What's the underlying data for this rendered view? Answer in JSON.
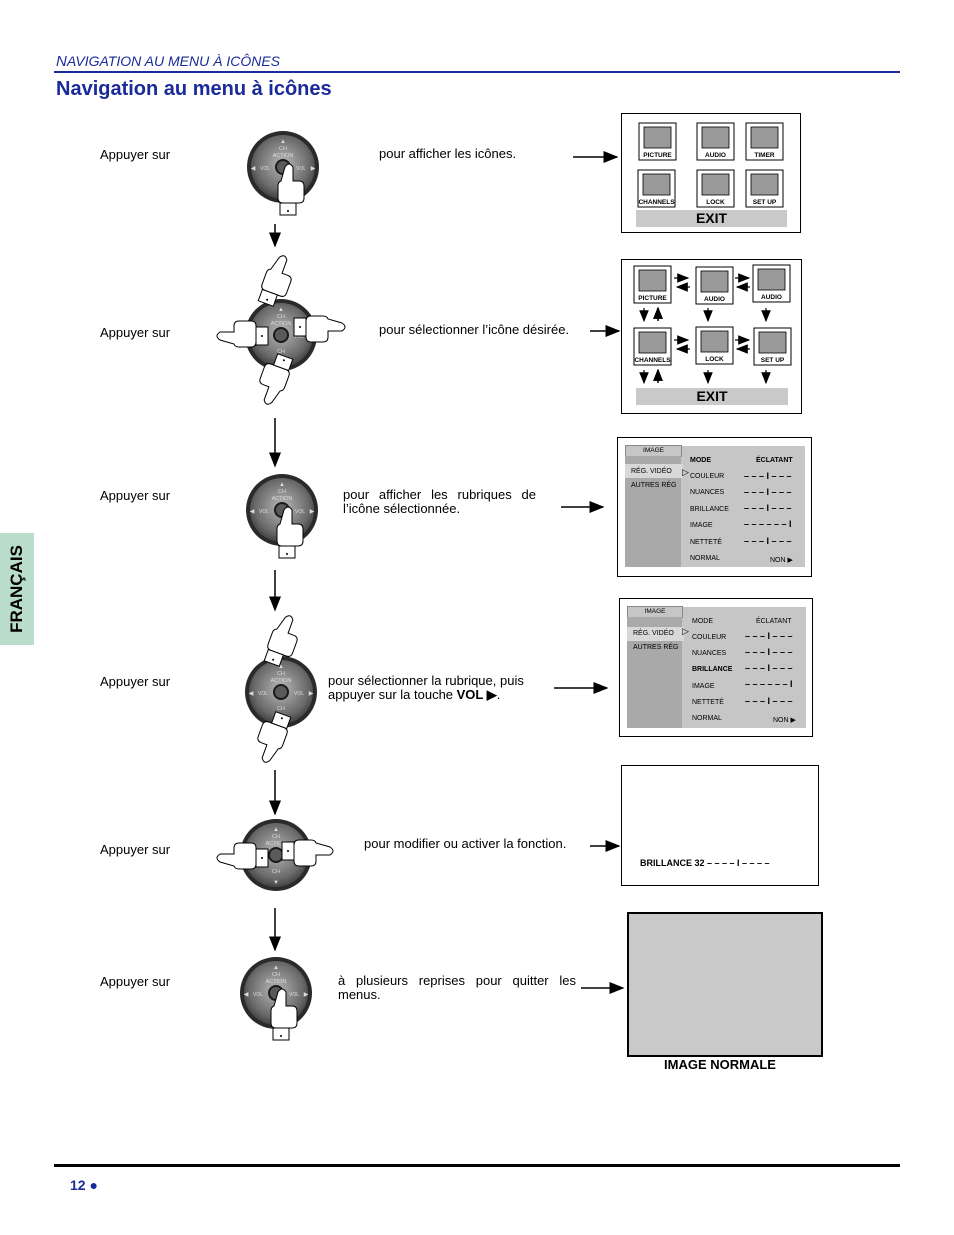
{
  "header": {
    "section_title_initial": "N",
    "section_title_rest": "AVIGATION AU MENU À ICÔNES",
    "page_title": "Navigation au menu à icônes"
  },
  "side_tab": "FRANÇAIS",
  "remote_labels": {
    "ch": "CH",
    "action": "ACTION",
    "vol": "VOL"
  },
  "steps": [
    {
      "label": "Appuyer sur",
      "desc": "pour afficher les icônes."
    },
    {
      "label": "Appuyer  sur",
      "desc": "pour sélectionner l’icône désirée."
    },
    {
      "label": "Appuyer sur",
      "desc": "pour  afficher  les  rubriques  de l’icône sélectionnée."
    },
    {
      "label": "Appuyer sur",
      "desc_line1": "pour sélectionner la rubrique, puis",
      "desc_line2_pre": "appuyer sur la touche ",
      "desc_line2_bold": "VOL ▶",
      "desc_line2_post": "."
    },
    {
      "label": "Appuyer sur",
      "desc": "pour modifier ou activer la fonction."
    },
    {
      "label": "Appuyer sur",
      "desc": "à  plusieurs  reprises  pour  quitter  les menus."
    }
  ],
  "icon_menu": {
    "icons": [
      "PICTURE",
      "AUDIO",
      "TIMER",
      "CHANNELS",
      "LOCK",
      "SET UP"
    ],
    "icons_nav": [
      "PICTURE",
      "AUDIO",
      "AUDIO",
      "CHANNELS",
      "LOCK",
      "SET UP"
    ],
    "exit": "EXIT"
  },
  "image_menu": {
    "tab": "IMAGE",
    "left_items": [
      "RÉG. VIDÉO",
      "AUTRES RÉG"
    ],
    "rows": [
      {
        "label": "MODE",
        "value": "ÉCLATANT"
      },
      {
        "label": "COULEUR",
        "value": "– – – I – – –"
      },
      {
        "label": "NUANCES",
        "value": "– – – I – – –"
      },
      {
        "label": "BRILLANCE",
        "value": "– – – I – – –"
      },
      {
        "label": "IMAGE",
        "value": "– – – – – – I"
      },
      {
        "label": "NETTETÉ",
        "value": "– – – I – – –"
      },
      {
        "label": "NORMAL",
        "value": "NON  ▶"
      }
    ]
  },
  "brightness_screen": {
    "text": "BRILLANCE 32  – – – – I – – – –"
  },
  "normal_screen": {
    "caption": "IMAGE NORMALE"
  },
  "footer": {
    "page_number": "12 ●"
  }
}
